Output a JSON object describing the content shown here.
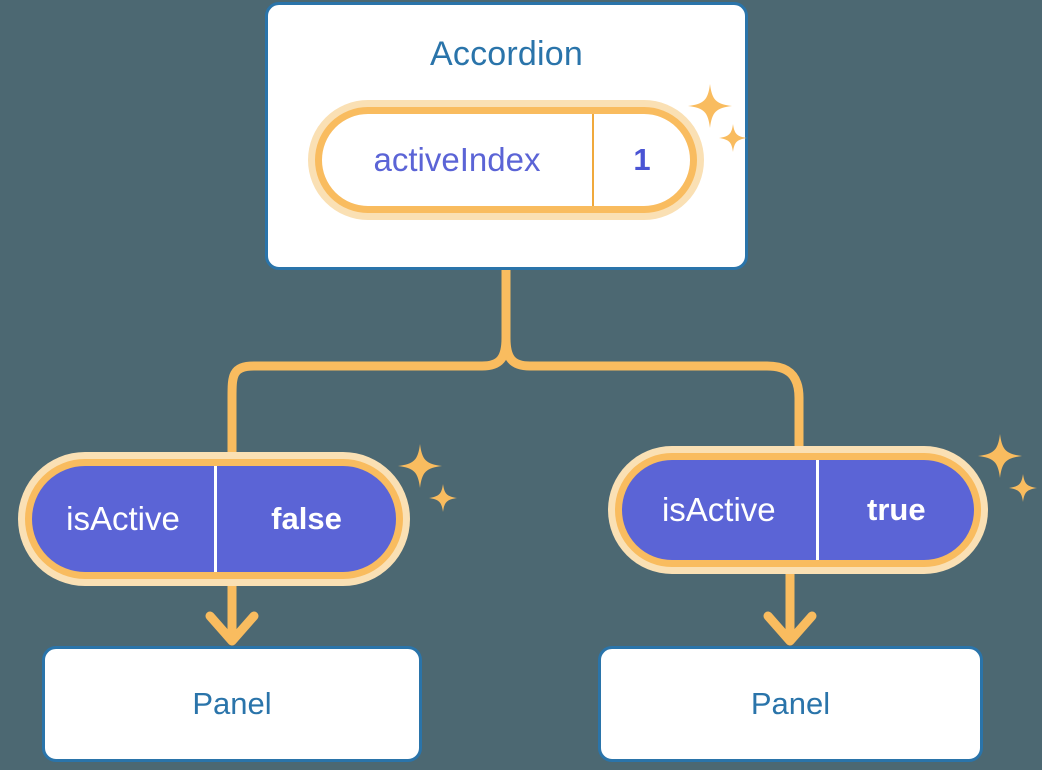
{
  "background_color": "#4c6872",
  "theme": {
    "card_border": "#2a74aa",
    "card_fill": "#ffffff",
    "title_color": "#2a74aa",
    "pill_outer_ring": "#fae0b4",
    "pill_inner_ring": "#f9bc5f",
    "pill_purple_fill": "#5b64d6",
    "pill_text_purple": "#5b64d6",
    "connector_color": "#f9bc5f",
    "sparkle_color": "#f9bc5f"
  },
  "root": {
    "title": "Accordion",
    "state_pill": {
      "key": "activeIndex",
      "value": "1",
      "variant": "white"
    }
  },
  "children": [
    {
      "prop_pill": {
        "key": "isActive",
        "value": "false",
        "variant": "purple"
      },
      "panel": {
        "title": "Panel"
      }
    },
    {
      "prop_pill": {
        "key": "isActive",
        "value": "true",
        "variant": "purple"
      },
      "panel": {
        "title": "Panel"
      }
    }
  ],
  "icons": {
    "sparkle": "sparkle-icon",
    "arrow_down": "arrow-down-icon",
    "branch": "branch-connector-icon"
  }
}
